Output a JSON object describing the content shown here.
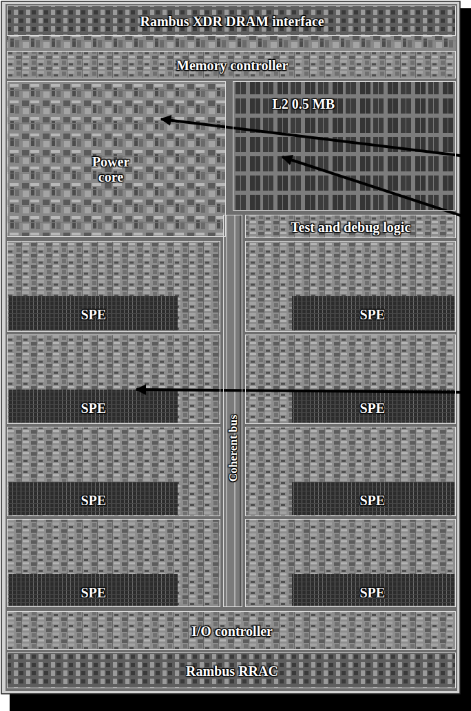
{
  "diagram": {
    "nodes": [
      {
        "text": [
          "Rambus XDR DRAM interface"
        ]
      },
      {
        "text": [
          "Memory controller"
        ]
      },
      {
        "text": [
          "Power core"
        ]
      },
      {
        "text": [
          "L2 0.5 MB"
        ]
      },
      {
        "text": [
          "Test and debug logic"
        ]
      },
      {
        "text": [
          "Coherent bus"
        ]
      },
      {
        "text": [
          "SPE"
        ]
      },
      {
        "text": [
          "SPE"
        ]
      },
      {
        "text": [
          "SPE"
        ]
      },
      {
        "text": [
          "SPE"
        ]
      },
      {
        "text": [
          "SPE"
        ]
      },
      {
        "text": [
          "SPE"
        ]
      },
      {
        "text": [
          "SPE"
        ]
      },
      {
        "text": [
          "SPE"
        ]
      },
      {
        "text": [
          "I/O controller"
        ]
      },
      {
        "text": [
          "Rambus RRAC"
        ]
      }
    ]
  }
}
